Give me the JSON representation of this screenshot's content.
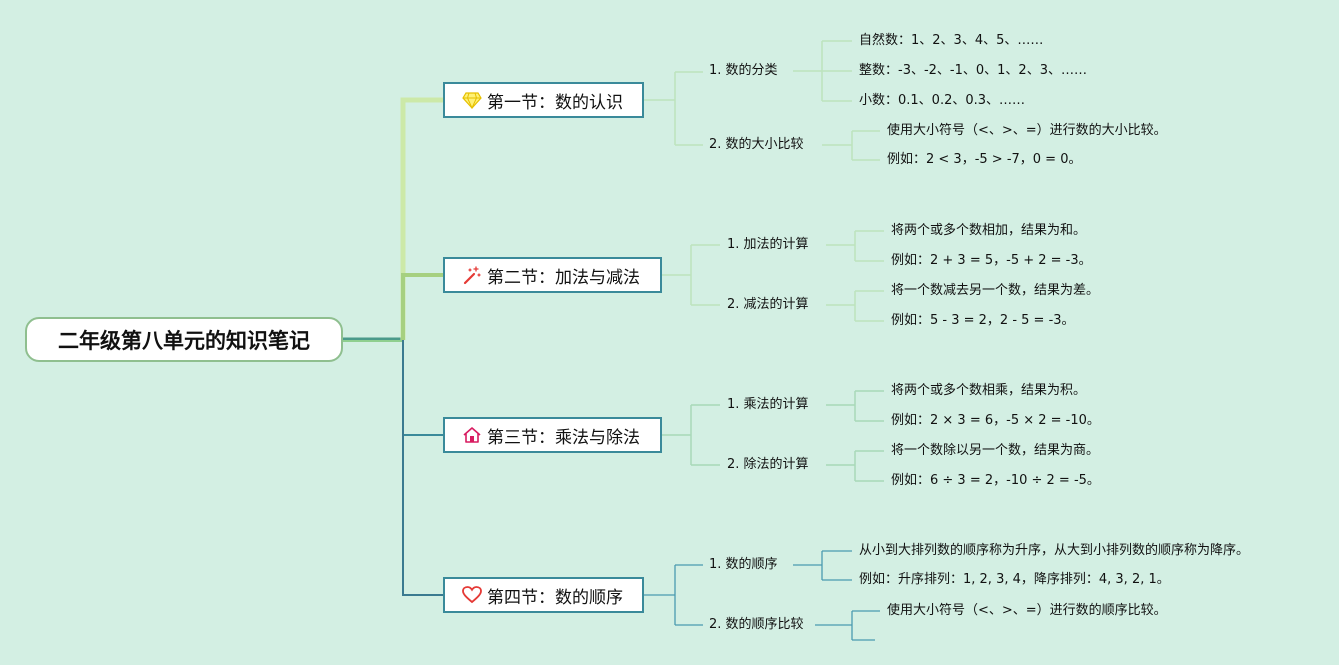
{
  "root": "二年级第八单元的知识笔记",
  "sections": [
    {
      "title": "第一节：数的认识",
      "icon": "diamond-icon",
      "subs": [
        {
          "label": "1. 数的分类",
          "items": [
            "自然数：1、2、3、4、5、……",
            "整数：-3、-2、-1、0、1、2、3、……",
            "小数：0.1、0.2、0.3、……"
          ]
        },
        {
          "label": "2. 数的大小比较",
          "items": [
            "使用大小符号（<、>、=）进行数的大小比较。",
            "例如：2 < 3，-5 > -7，0 = 0。"
          ]
        }
      ]
    },
    {
      "title": "第二节：加法与减法",
      "icon": "magic-wand-icon",
      "subs": [
        {
          "label": "1. 加法的计算",
          "items": [
            "将两个或多个数相加，结果为和。",
            "例如：2 + 3 = 5，-5 + 2 = -3。"
          ]
        },
        {
          "label": "2. 减法的计算",
          "items": [
            "将一个数减去另一个数，结果为差。",
            "例如：5 - 3 = 2，2 - 5 = -3。"
          ]
        }
      ]
    },
    {
      "title": "第三节：乘法与除法",
      "icon": "house-icon",
      "subs": [
        {
          "label": "1. 乘法的计算",
          "items": [
            "将两个或多个数相乘，结果为积。",
            "例如：2 × 3 = 6，-5 × 2 = -10。"
          ]
        },
        {
          "label": "2. 除法的计算",
          "items": [
            "将一个数除以另一个数，结果为商。",
            "例如：6 ÷ 3 = 2，-10 ÷ 2 = -5。"
          ]
        }
      ]
    },
    {
      "title": "第四节：数的顺序",
      "icon": "heart-icon",
      "subs": [
        {
          "label": "1. 数的顺序",
          "items": [
            "从小到大排列数的顺序称为升序，从大到小排列数的顺序称为降序。",
            "例如：升序排列：1, 2, 3, 4，降序排列：4, 3, 2, 1。"
          ]
        },
        {
          "label": "2. 数的顺序比较",
          "items": [
            "使用大小符号（<、>、=）进行数的顺序比较。",
            ""
          ]
        }
      ]
    }
  ]
}
